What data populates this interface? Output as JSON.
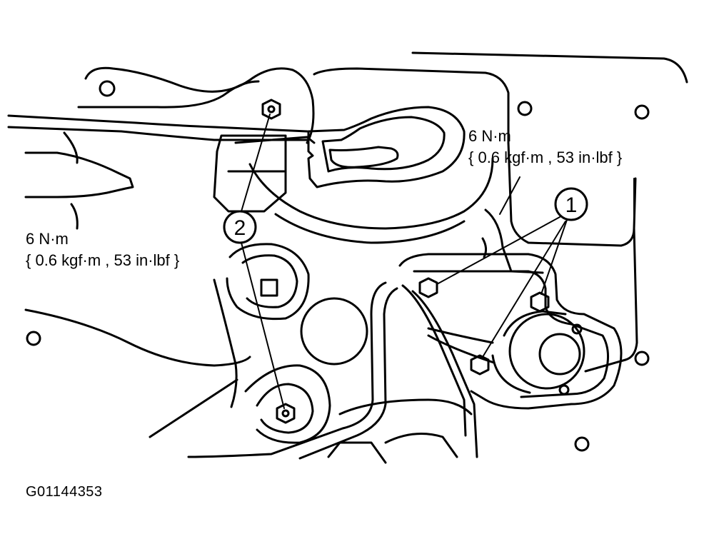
{
  "torque_right": {
    "line1": "6 N·m",
    "line2": "{ 0.6 kgf·m , 53 in·lbf }"
  },
  "torque_left": {
    "line1": "6 N·m",
    "line2": "{ 0.6 kgf·m , 53 in·lbf }"
  },
  "callouts": {
    "one": "1",
    "two": "2"
  },
  "figure_id": "G01144353",
  "colors": {
    "ink": "#000000",
    "paper": "#ffffff"
  }
}
